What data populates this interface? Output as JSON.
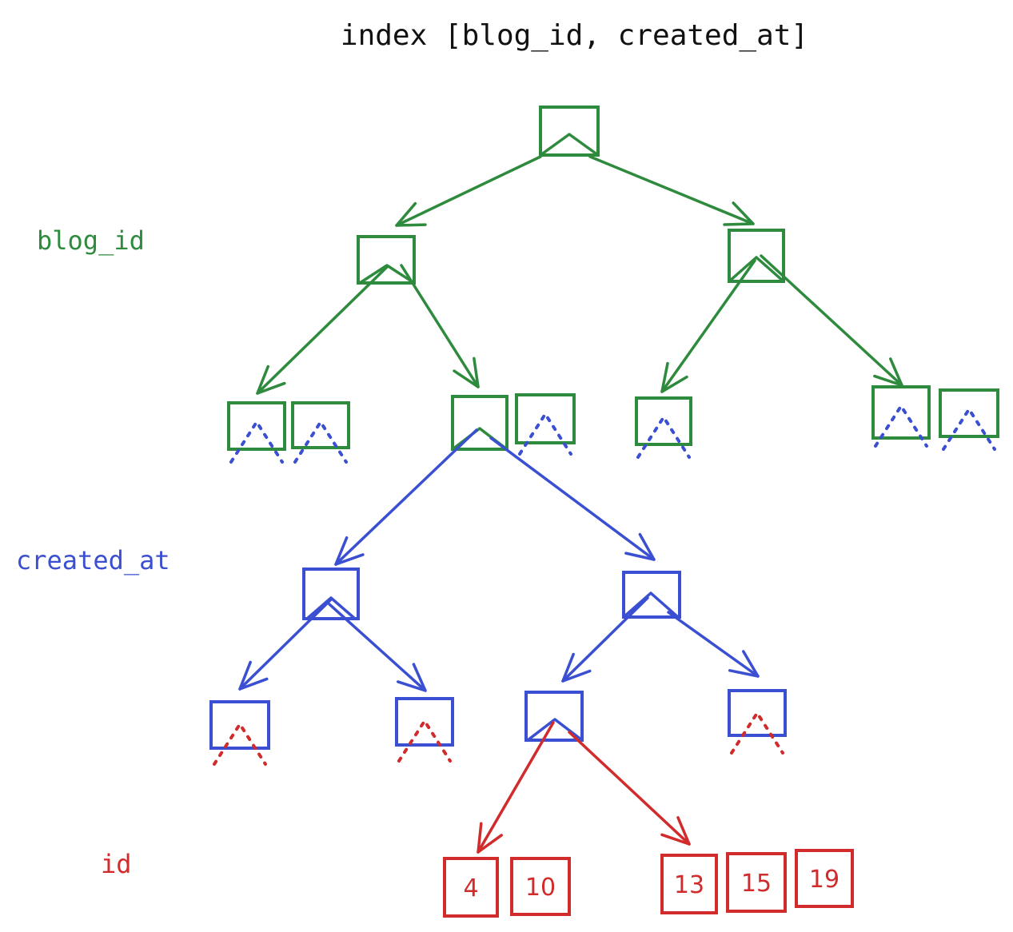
{
  "title": "index [blog_id, created_at]",
  "levels": {
    "blog_id": {
      "label": "blog_id",
      "color": "#2e8b3e"
    },
    "created_at": {
      "label": "created_at",
      "color": "#3a4fd1"
    },
    "id": {
      "label": "id",
      "color": "#d12b2b"
    }
  },
  "leaf_ids": [
    "4",
    "10",
    "13",
    "15",
    "19"
  ]
}
